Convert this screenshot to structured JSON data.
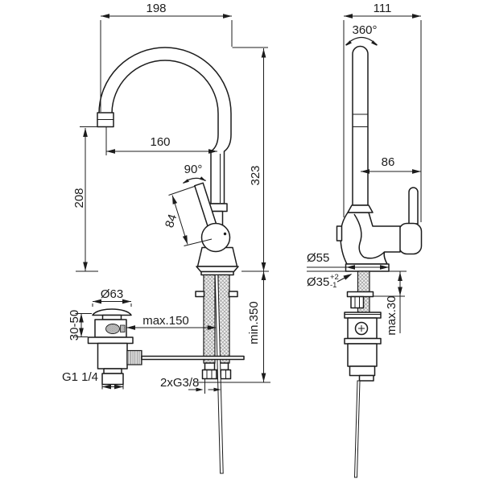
{
  "meta": {
    "drawing_type": "technical dimension drawing",
    "subject": "single-lever basin mixer tap with swivel spout and pop-up waste, front and side views",
    "background_color": "#ffffff",
    "line_color": "#1c1c1c"
  },
  "views": {
    "front": {
      "name": "front view"
    },
    "side": {
      "name": "side view"
    }
  },
  "dims": {
    "overall_width": "198",
    "overall_height": "323",
    "spout_clearance": "208",
    "spout_reach": "160",
    "handle_angle": "90°",
    "handle_length": "84",
    "drain_cap_diameter": "Ø63",
    "deck_thickness_range": "30-50",
    "popup_rod_reach": "max.150",
    "hose_length": "min.350",
    "drain_thread": "G1 1/4",
    "supply_thread": "2xG3/8",
    "overall_depth": "111",
    "spout_rotation": "360°",
    "handle_reach": "86",
    "base_diameter": "Ø55",
    "hole_diameter": "Ø35",
    "hole_tolerance_plus": "+2",
    "hole_tolerance_minus": "-1",
    "deck_thickness_max": "max.30"
  }
}
